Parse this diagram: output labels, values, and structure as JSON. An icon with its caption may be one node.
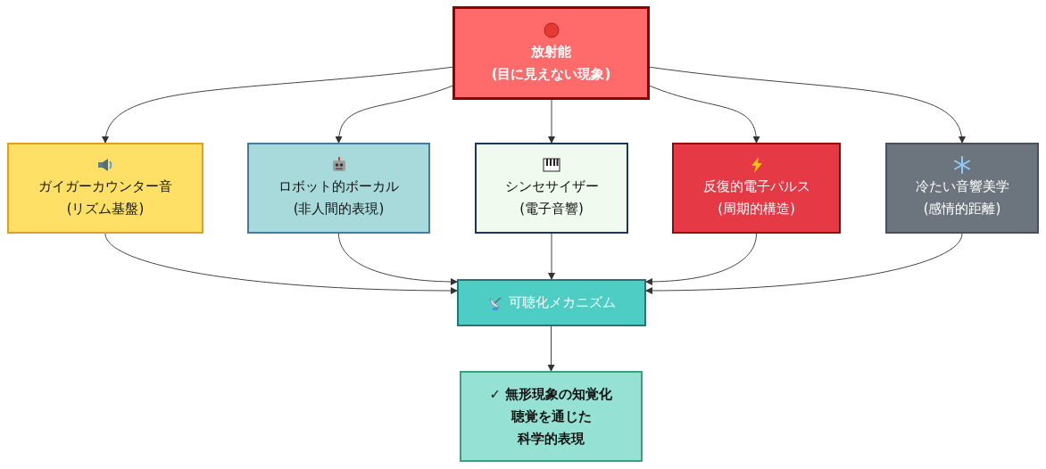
{
  "diagram": {
    "nodes": [
      {
        "text": [
          "放射能",
          "(目に見えない現象)"
        ]
      },
      {
        "text": [
          "ガイガーカウンター音",
          "(リズム基盤)"
        ]
      },
      {
        "text": [
          "ロボット的ボーカル",
          "(非人間的表現)"
        ]
      },
      {
        "text": [
          "シンセサイザー",
          "(電子音響)"
        ]
      },
      {
        "text": [
          "反復的電子パルス",
          "(周期的構造)"
        ]
      },
      {
        "text": [
          "冷たい音響美学",
          "(感情的距離)"
        ]
      },
      {
        "text": [
          "可聴化メカニズム"
        ]
      },
      {
        "text": [
          "✓ 無形現象の知覚化",
          "聴覚を通じた",
          "科学的表現"
        ]
      }
    ],
    "edges": [
      {
        "from": 0,
        "to": 1,
        "arrow": "to"
      },
      {
        "from": 0,
        "to": 2,
        "arrow": "to"
      },
      {
        "from": 0,
        "to": 3,
        "arrow": "to"
      },
      {
        "from": 0,
        "to": 4,
        "arrow": "to"
      },
      {
        "from": 0,
        "to": 5,
        "arrow": "to"
      },
      {
        "from": 1,
        "to": 6,
        "arrow": "to"
      },
      {
        "from": 2,
        "to": 6,
        "arrow": "to"
      },
      {
        "from": 3,
        "to": 6,
        "arrow": "to"
      },
      {
        "from": 4,
        "to": 6,
        "arrow": "to"
      },
      {
        "from": 5,
        "to": 6,
        "arrow": "to"
      },
      {
        "from": 6,
        "to": 7,
        "arrow": "to"
      }
    ]
  }
}
